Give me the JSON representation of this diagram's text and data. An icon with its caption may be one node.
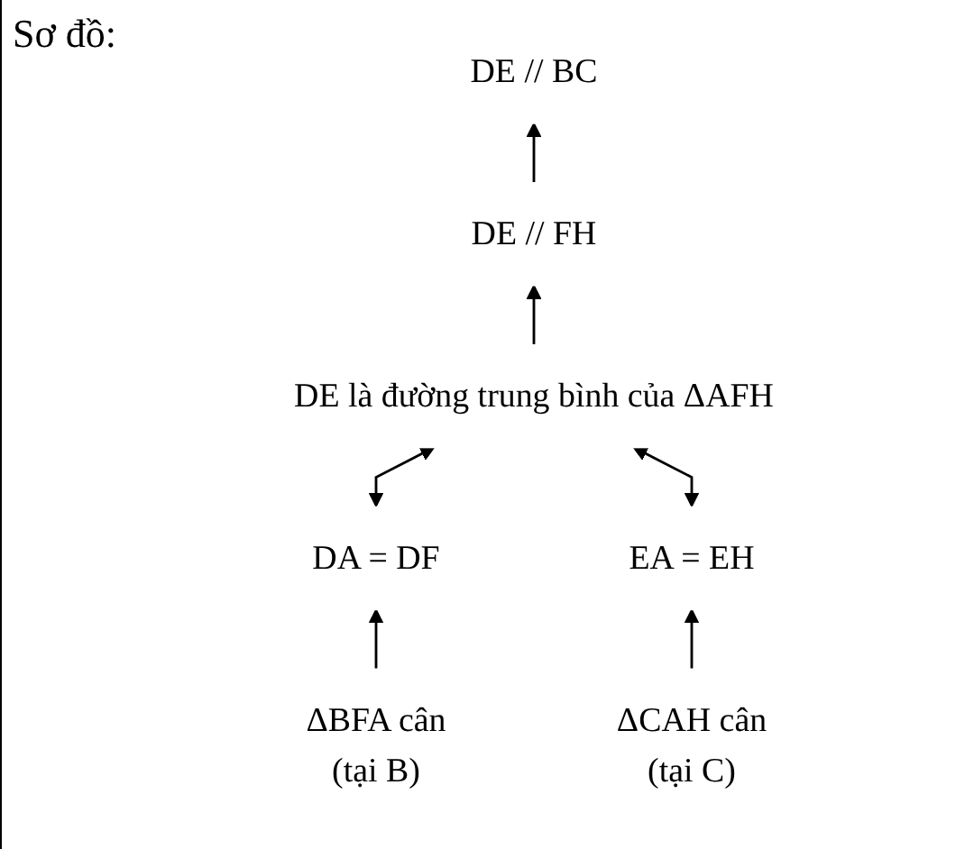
{
  "diagram": {
    "nodes": [
      {
        "text": [
          "DE // BC"
        ]
      },
      {
        "text": [
          "DE // FH"
        ]
      },
      {
        "text": [
          "DE là đường trung bình của ΔAFH"
        ]
      },
      {
        "text": [
          "DA = DF"
        ]
      },
      {
        "text": [
          "EA = EH"
        ]
      },
      {
        "text": [
          "ΔBFA cân",
          "(tại B)"
        ]
      },
      {
        "text": [
          "ΔCAH cân",
          "(tại C)"
        ]
      }
    ],
    "edges": [
      {
        "from": 1,
        "to": 0,
        "arrow": "to"
      },
      {
        "from": 2,
        "to": 1,
        "arrow": "to"
      },
      {
        "from": 3,
        "to": 2,
        "arrow": "both"
      },
      {
        "from": 4,
        "to": 2,
        "arrow": "both"
      },
      {
        "from": 5,
        "to": 3,
        "arrow": "to"
      },
      {
        "from": 6,
        "to": 4,
        "arrow": "to"
      }
    ],
    "labels": [
      "Sơ đồ:"
    ]
  }
}
